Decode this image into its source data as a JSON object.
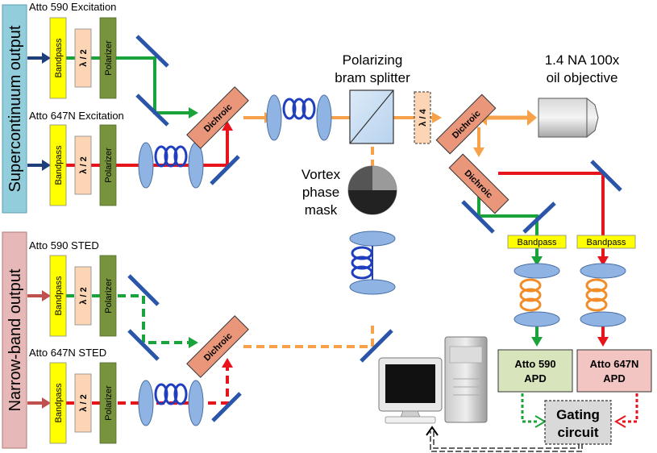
{
  "sources": {
    "supercontinuum": "Supercontinuum output",
    "narrowband": "Narrow-band output"
  },
  "channels": {
    "atto590_exc": "Atto 590 Excitation",
    "atto647n_exc": "Atto 647N Excitation",
    "atto590_sted": "Atto 590 STED",
    "atto647n_sted": "Atto 647N STED"
  },
  "components": {
    "bandpass": "Bandpass",
    "half_wave": "λ / 2",
    "polarizer": "Polarizer",
    "dichroic": "Dichroic",
    "quarter_wave": "λ / 4",
    "pbs_line1": "Polarizing",
    "pbs_line2": "bram splitter",
    "objective_line1": "1.4 NA 100x",
    "objective_line2": "oil objective",
    "vortex_line1": "Vortex",
    "vortex_line2": "phase",
    "vortex_line3": "mask"
  },
  "detectors": {
    "apd590_line1": "Atto 590",
    "apd590_line2": "APD",
    "apd647_line1": "Atto 647N",
    "apd647_line2": "APD",
    "gating_line1": "Gating",
    "gating_line2": "circuit"
  },
  "colors": {
    "green": "#1aa33a",
    "red": "#e8141b",
    "orange": "#f7a24a",
    "navy": "#1f3f7a",
    "brick": "#c0504d",
    "bandpass_fill": "#ffff00",
    "wave_fill": "#fcd5b4",
    "polarizer_fill": "#77933c",
    "dichroic_fill": "#e9967a",
    "lens_fill": "#8fb4e3",
    "coil": "#1f3fbf",
    "coil_orange": "#f28c28",
    "apd590_fill": "#d7e4bc",
    "apd647_fill": "#f2c4c2",
    "gating_fill": "#d9d9d9",
    "source_blue": "#92cddc",
    "source_red": "#e6b8b7"
  }
}
